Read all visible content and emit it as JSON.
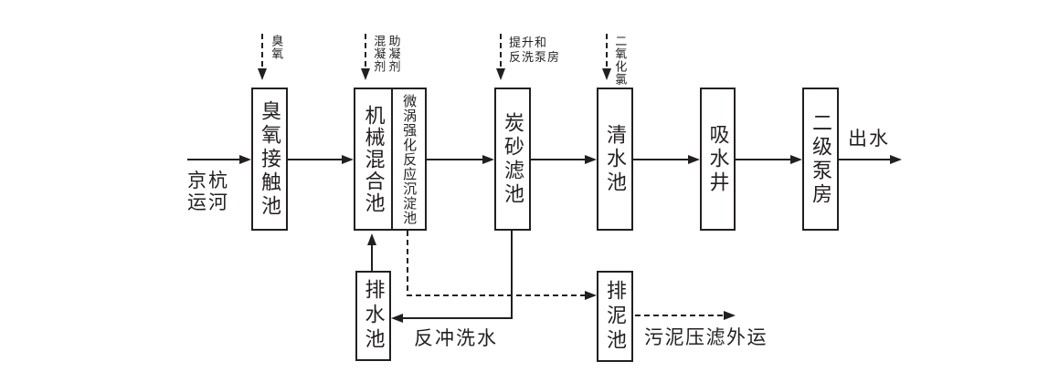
{
  "diagram": {
    "source": {
      "label": "京杭\n运河"
    },
    "output": {
      "label": "出水"
    },
    "boxes": [
      {
        "name": "ozone-contact-tank",
        "label": "臭氧接触池"
      },
      {
        "name": "mechanical-mixing-tank",
        "label": "机械混合池"
      },
      {
        "name": "micro-vortex-reaction-sedimentation-tank",
        "label": "微涡强化反应沉淀池"
      },
      {
        "name": "carbon-sand-filter-tank",
        "label": "炭砂滤池"
      },
      {
        "name": "clear-water-tank",
        "label": "清水池"
      },
      {
        "name": "suction-well",
        "label": "吸水井"
      },
      {
        "name": "secondary-pump-house",
        "label": "二级泵房"
      },
      {
        "name": "drain-water-tank",
        "label": "排水池"
      },
      {
        "name": "sludge-discharge-tank",
        "label": "排泥池"
      }
    ],
    "dosing": [
      {
        "name": "ozone",
        "label": "臭氧"
      },
      {
        "name": "coagulant-and-coagulant-aid",
        "label": "混凝剂\n助凝剂"
      },
      {
        "name": "lift-and-backwash-pump-house",
        "label": "提升和\n反洗泵房"
      },
      {
        "name": "chlorine-dioxide",
        "label": "二氧化氯"
      }
    ],
    "flow_labels": {
      "backwash_water": "反冲洗水",
      "sludge_press_out": "污泥压滤外运"
    },
    "colors": {
      "ink": "#231f20",
      "background": "#ffffff"
    }
  }
}
